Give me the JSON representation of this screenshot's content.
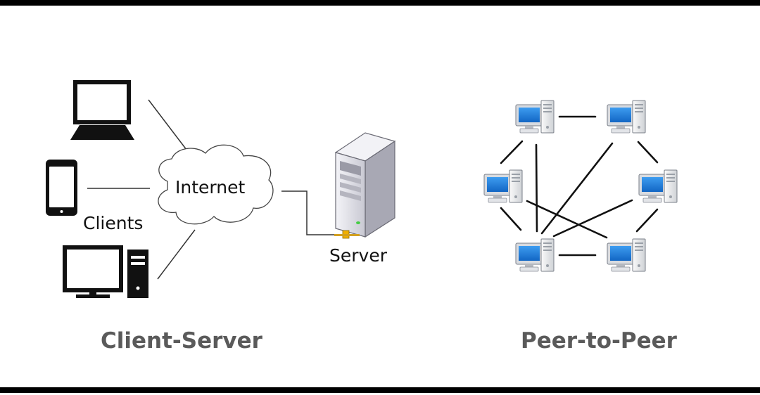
{
  "client_server": {
    "caption": "Client-Server",
    "cloud_label": "Internet",
    "clients_label": "Clients",
    "server_label": "Server"
  },
  "peer_to_peer": {
    "caption": "Peer-to-Peer"
  },
  "colors": {
    "border": "#000000",
    "caption": "#5a5a5a",
    "screen_blue": "#1e7fd8",
    "server_body": "#e6e6ee",
    "server_led": "#44cc44",
    "connector": "#f0b000"
  }
}
